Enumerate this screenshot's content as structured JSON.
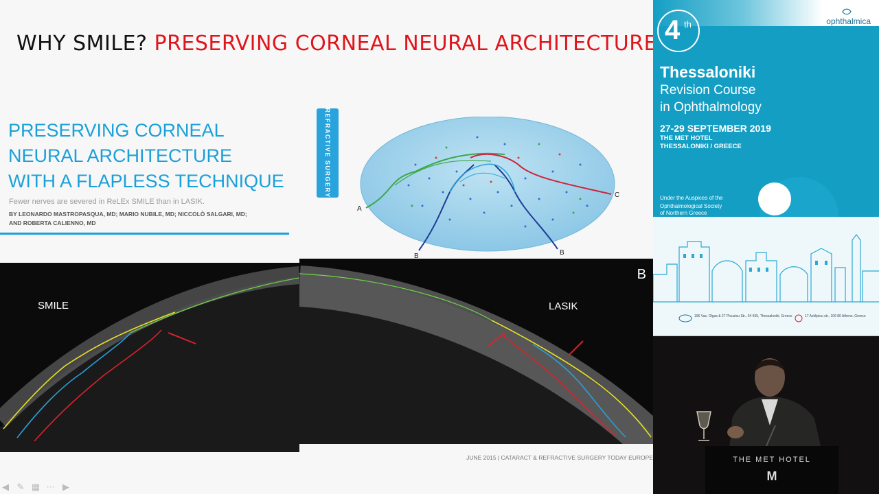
{
  "slide": {
    "title_black": "WHY SMILE?",
    "title_red": "PRESERVING CORNEAL NEURAL ARCHITECTURE",
    "article_heading_lines": [
      "PRESERVING CORNEAL",
      "NEURAL ARCHITECTURE",
      "WITH A FLAPLESS TECHNIQUE"
    ],
    "article_subtitle": "Fewer nerves are severed in ReLEx SMILE than in LASIK.",
    "authors_line1": "BY LEONARDO MASTROPASQUA, MD; MARIO NUBILE, MD; NICCOLÒ SALGARI, MD;",
    "authors_line2": "AND ROBERTA CALIENNO, MD",
    "section_tab": "REFRACTIVE SURGERY",
    "diagram_labels": {
      "a": "A",
      "b_left": "B",
      "b_right": "B",
      "c": "C"
    },
    "oct_left_label": "SMILE",
    "oct_right_label": "LASIK",
    "oct_letter": "B",
    "footer_citation": "JUNE 2015 | CATARACT & REFRACTIVE SURGERY TODAY EUROPE"
  },
  "navigation": {
    "icons": [
      "arrow-left-icon",
      "pen-icon",
      "slides-icon",
      "more-icon",
      "arrow-right-icon"
    ]
  },
  "conference": {
    "ordinal_number": "4",
    "ordinal_suffix": "th",
    "organizer_logo": "ophthalmica",
    "city": "Thessaloniki",
    "course_line1": "Revision Course",
    "course_line2": "in Ophthalmology",
    "dates": "27-29 SEPTEMBER 2019",
    "venue": "THE MET HOTEL",
    "location": "THESSALONIKI / GREECE",
    "auspices_line1": "Under the Auspices of the",
    "auspices_line2": "Ophthalmological Society",
    "auspices_line3": "of Northern Greece",
    "contact_left": "196 Vas. Olgas & 27 Plousiou Str., 54 655, Thessaloniki, Greece",
    "contact_right": "17 Asklipiou str., 106 80 Athens, Greece",
    "colors": {
      "primary": "#149ec4",
      "light": "#eef8fb"
    }
  },
  "speaker": {
    "podium_text": "THE MET HOTEL",
    "podium_mark": "M"
  }
}
